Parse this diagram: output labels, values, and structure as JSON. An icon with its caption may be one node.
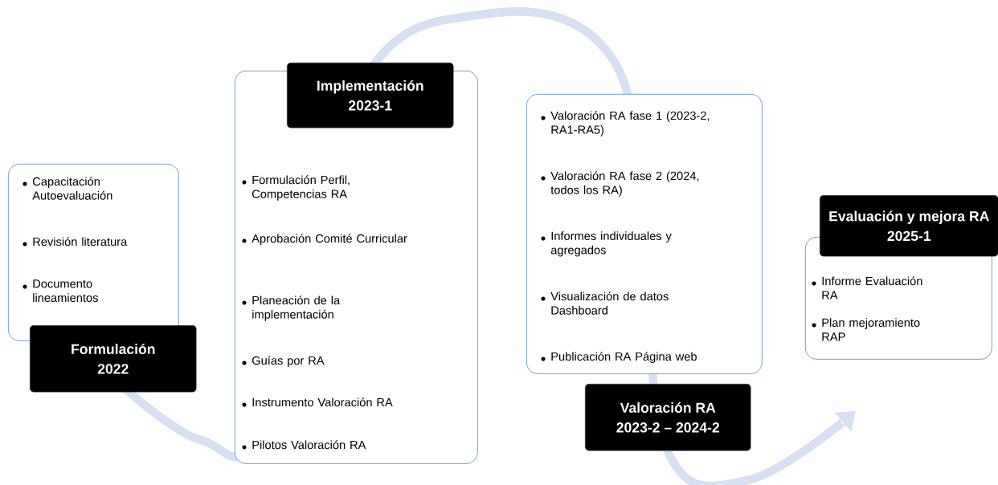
{
  "diagram": {
    "nodes": [
      {
        "text": [
          "Capacitación Autoevaluación",
          "Revisión literatura",
          "Documento lineamientos"
        ]
      },
      {
        "text": [
          "Formulación",
          "2022"
        ]
      },
      {
        "text": [
          "Implementación",
          "2023-1"
        ]
      },
      {
        "text": [
          "Formulación Perfil, Competencias RA",
          "Aprobación Comité Curricular",
          "Planeación de la implementación",
          "Guías por RA",
          "Instrumento Valoración RA",
          "Pilotos Valoración RA"
        ]
      },
      {
        "text": [
          "Valoración RA fase 1 (2023-2, RA1-RA5)",
          "Valoración RA fase 2 (2024, todos los RA)",
          "Informes individuales y agregados",
          "Visualización de datos Dashboard",
          "Publicación RA Página web"
        ]
      },
      {
        "text": [
          "Valoración RA",
          "2023-2 – 2024-2"
        ]
      },
      {
        "text": [
          "Evaluación y mejora RA",
          "2025-1"
        ]
      },
      {
        "text": [
          "Informe Evaluación RA",
          "Plan mejoramiento RAP"
        ]
      }
    ]
  }
}
